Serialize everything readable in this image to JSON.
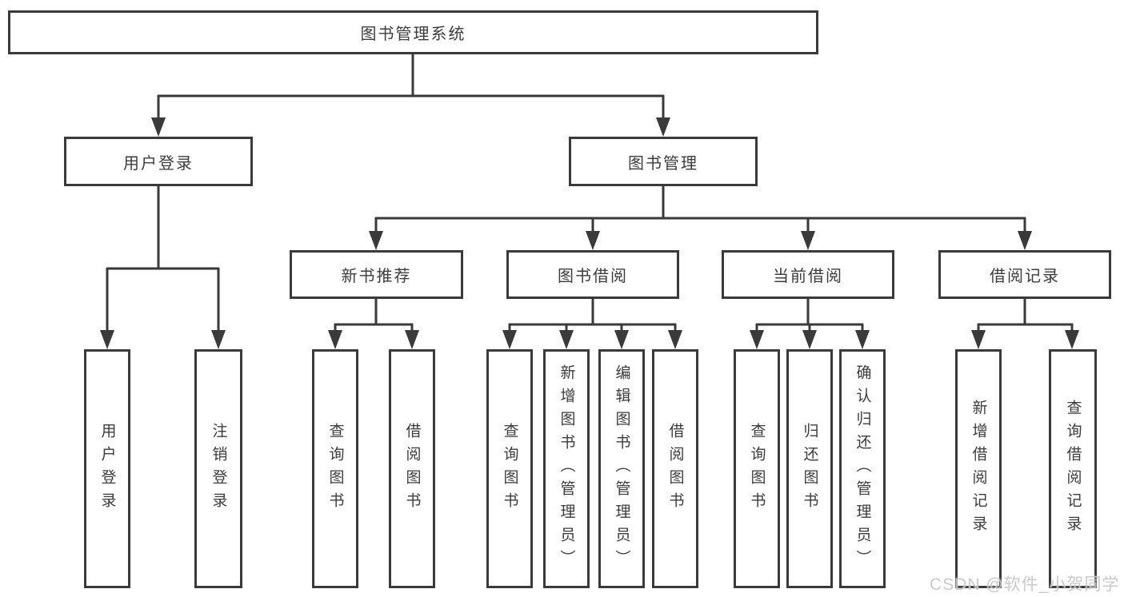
{
  "colors": {
    "line": "#3a3a3a",
    "text": "#3c3c3c",
    "box_background": "#ffffff",
    "watermark": "#c6c6c6"
  },
  "watermark": "CSDN @软件_小贺同学",
  "tree": {
    "root": "图书管理系统",
    "children": [
      {
        "label": "用户登录",
        "children": [
          {
            "label": "用户登录"
          },
          {
            "label": "注销登录"
          }
        ]
      },
      {
        "label": "图书管理",
        "children": [
          {
            "label": "新书推荐",
            "children": [
              {
                "label": "查询图书"
              },
              {
                "label": "借阅图书"
              }
            ]
          },
          {
            "label": "图书借阅",
            "children": [
              {
                "label": "查询图书"
              },
              {
                "label": "新增图书（管理员）"
              },
              {
                "label": "编辑图书（管理员）"
              },
              {
                "label": "借阅图书"
              }
            ]
          },
          {
            "label": "当前借阅",
            "children": [
              {
                "label": "查询图书"
              },
              {
                "label": "归还图书"
              },
              {
                "label": "确认归还（管理员）"
              }
            ]
          },
          {
            "label": "借阅记录",
            "children": [
              {
                "label": "新增借阅记录"
              },
              {
                "label": "查询借阅记录"
              }
            ]
          }
        ]
      }
    ]
  }
}
